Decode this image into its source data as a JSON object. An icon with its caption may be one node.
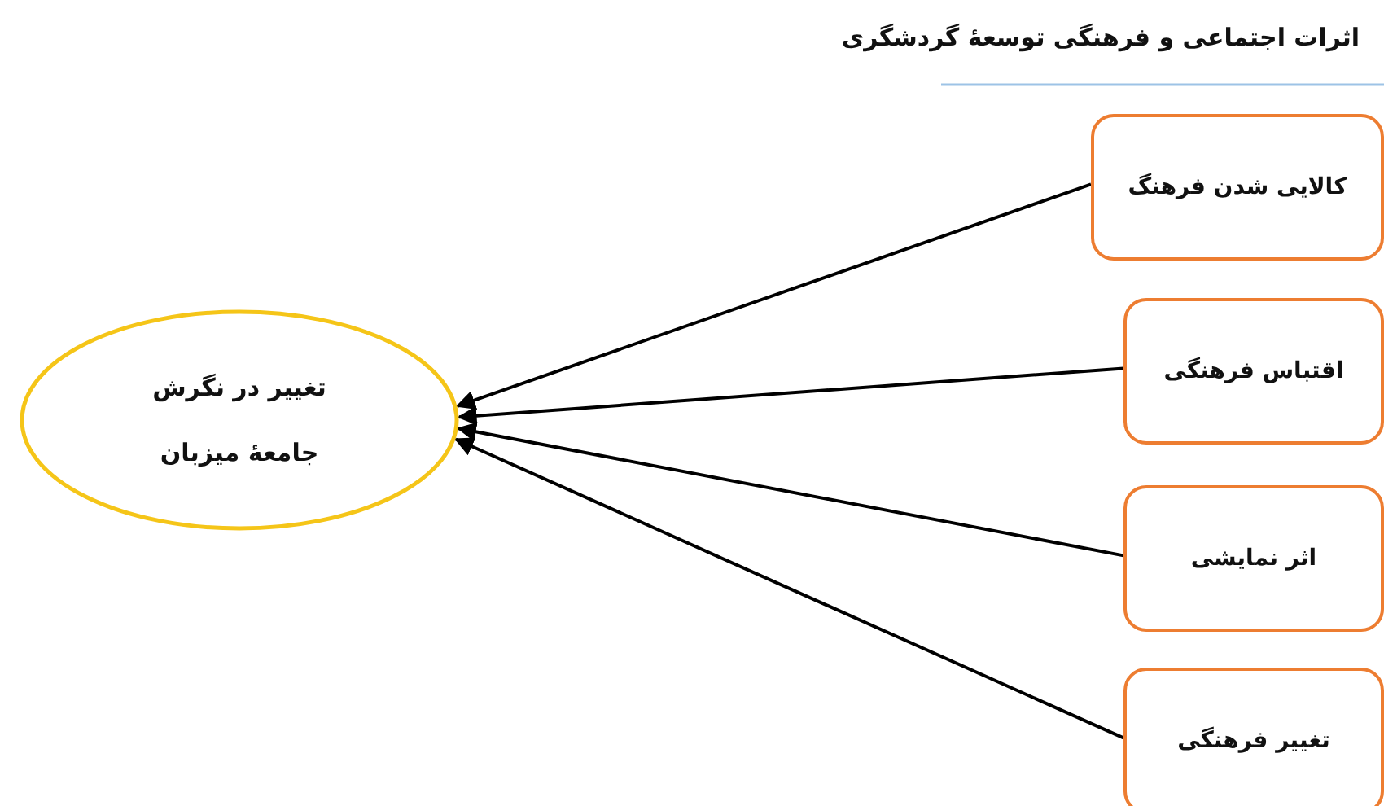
{
  "diagram": {
    "title": "اثرات اجتماعی و فرهنگی توسعهٔ گردشگری",
    "nodes": [
      {
        "text": [
          "تغییر در نگرش جامعهٔ میزبان"
        ]
      },
      {
        "text": [
          "کالایی شدن فرهنگ"
        ]
      },
      {
        "text": [
          "اقتباس فرهنگی"
        ]
      },
      {
        "text": [
          "اثر نمایشی"
        ]
      },
      {
        "text": [
          "تغییر فرهنگی"
        ]
      }
    ],
    "edges": [
      {
        "from": 1,
        "to": 0,
        "arrow": "to"
      },
      {
        "from": 2,
        "to": 0,
        "arrow": "to"
      },
      {
        "from": 3,
        "to": 0,
        "arrow": "to"
      },
      {
        "from": 4,
        "to": 0,
        "arrow": "to"
      }
    ]
  }
}
